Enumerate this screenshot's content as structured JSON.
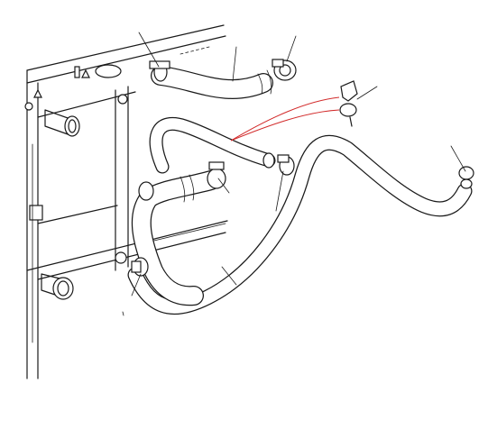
{
  "diagram": {
    "description_free": true,
    "colors": {
      "line": "#1a1a1a",
      "background": "#ffffff",
      "callout_highlight": "#d22b2b"
    },
    "icons": [
      "radiator",
      "hose-clamp",
      "retaining-clip",
      "coolant-hose",
      "drain-plug"
    ]
  }
}
